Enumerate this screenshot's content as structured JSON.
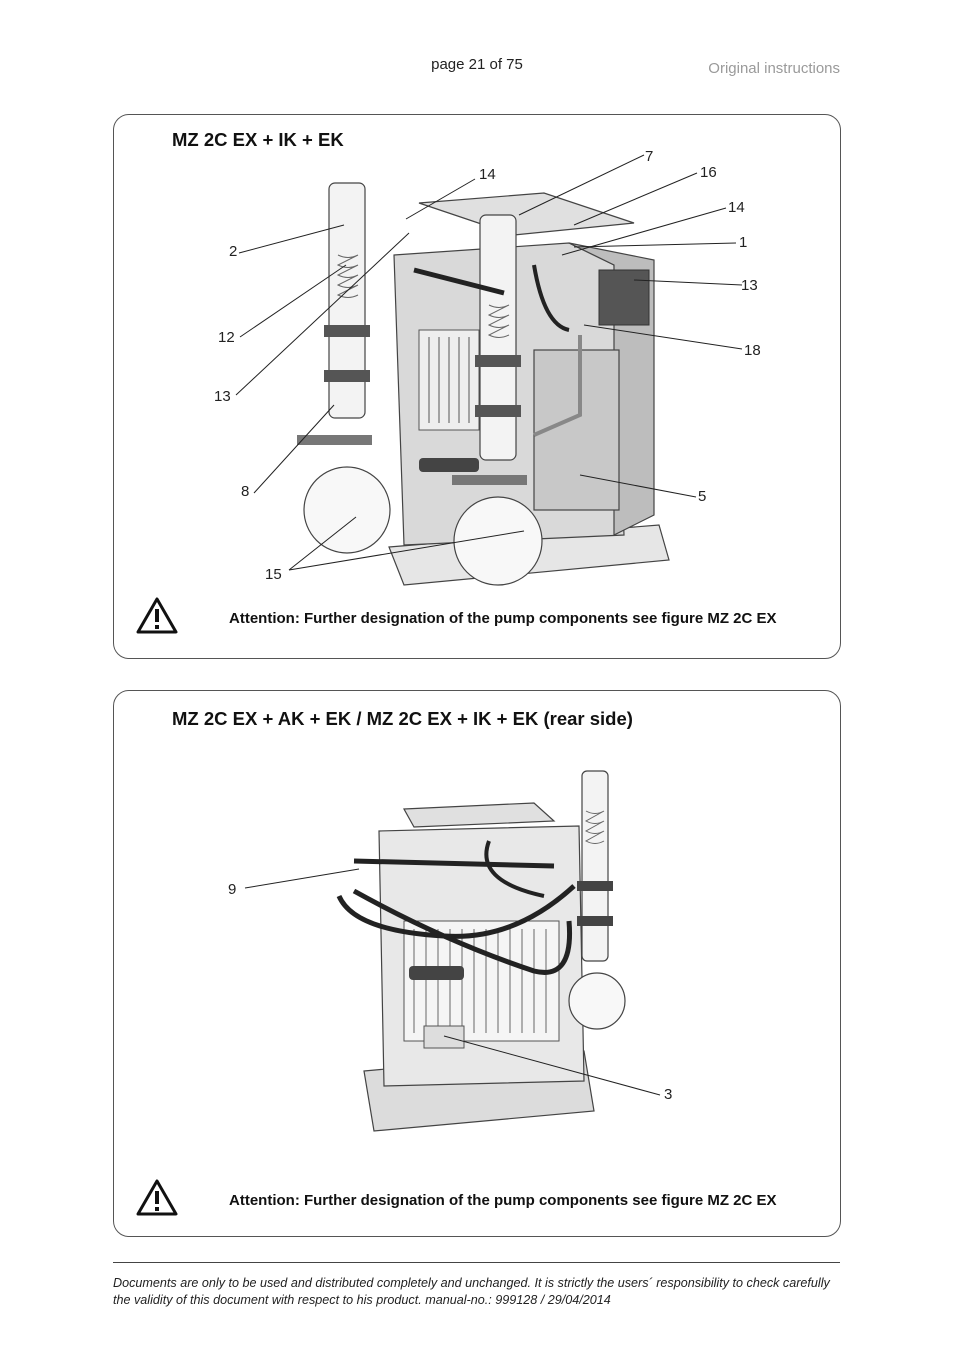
{
  "header": {
    "page_number": "page 21 of 75",
    "document_type": "Original instructions"
  },
  "figure1": {
    "title": "MZ 2C EX + IK + EK",
    "labels": [
      "14",
      "7",
      "16",
      "14",
      "2",
      "1",
      "13",
      "12",
      "18",
      "13",
      "8",
      "5",
      "15"
    ],
    "attention": "Attention: Further designation of the pump components see figure MZ 2C EX"
  },
  "figure2": {
    "title": "MZ 2C EX + AK + EK / MZ 2C EX + IK + EK (rear side)",
    "labels": [
      "9",
      "3"
    ],
    "attention": "Attention: Further designation of the pump components see figure MZ 2C EX"
  },
  "footer": {
    "line1": "Documents are only to be used and distributed completely and unchanged. It is strictly the users´ responsibility to check carefully",
    "line2": "the validity of this document with respect to his product. manual-no.: 999128 / 29/04/2014"
  },
  "icons": {
    "warning": "warning-triangle-icon"
  }
}
